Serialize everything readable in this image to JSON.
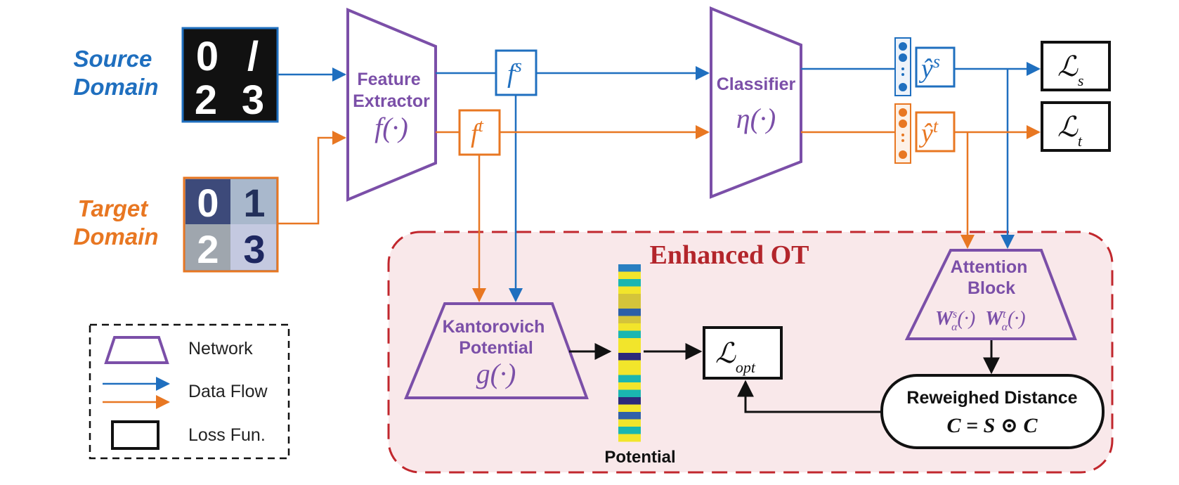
{
  "domains": {
    "source": [
      "Source",
      "Domain"
    ],
    "target": [
      "Target",
      "Domain"
    ],
    "source_digits": [
      "0",
      "/",
      "2",
      "3"
    ],
    "target_digits": [
      "0",
      "1",
      "2",
      "3"
    ]
  },
  "networks": {
    "feature_extractor": {
      "lines": [
        "Feature",
        "Extractor"
      ],
      "math": "f(·)"
    },
    "classifier": {
      "lines": [
        "Classifier"
      ],
      "math": "η(·)"
    },
    "kantorovich": {
      "lines": [
        "Kantorovich",
        "Potential"
      ],
      "math": "g(·)"
    },
    "attention": {
      "lines": [
        "Attention",
        "Block"
      ],
      "math_s": "W",
      "math_t": "W"
    }
  },
  "features": {
    "source": "f",
    "source_sup": "s",
    "target": "f",
    "target_sup": "t"
  },
  "predictions": {
    "source": "ŷ",
    "source_sup": "s",
    "target": "ŷ",
    "target_sup": "t"
  },
  "losses": {
    "source": {
      "main": "ℒ",
      "sub": "s"
    },
    "target": {
      "main": "ℒ",
      "sub": "t"
    },
    "opt": {
      "main": "ℒ",
      "sub": "opt"
    }
  },
  "enhanced_ot": {
    "title": "Enhanced OT"
  },
  "potential_label": "Potential",
  "reweighed": {
    "title": "Reweighed Distance",
    "math": "C = S ⊙ C"
  },
  "legend": {
    "network": "Network",
    "data_flow": "Data Flow",
    "loss": "Loss Fun."
  },
  "colors": {
    "blue": "#1f6fbf",
    "orange": "#e87722",
    "purple": "#7b4fa8",
    "red": "#b3252b",
    "ot_fill": "#f9e8ea"
  },
  "potential_bar": [
    "#2a7fc1",
    "#f2e52b",
    "#1ab6b0",
    "#f2e52b",
    "#d4c43a",
    "#d4c43a",
    "#2c5fa8",
    "#d4c43a",
    "#f2e52b",
    "#1ab6b0",
    "#f2e52b",
    "#f2e52b",
    "#2d2a7a",
    "#f2e52b",
    "#f2e52b",
    "#1ab6b0",
    "#f2e52b",
    "#1ab6b0",
    "#2d2a7a",
    "#f2e52b",
    "#3060a8",
    "#f2e52b",
    "#1ab6b0",
    "#f2e52b"
  ]
}
